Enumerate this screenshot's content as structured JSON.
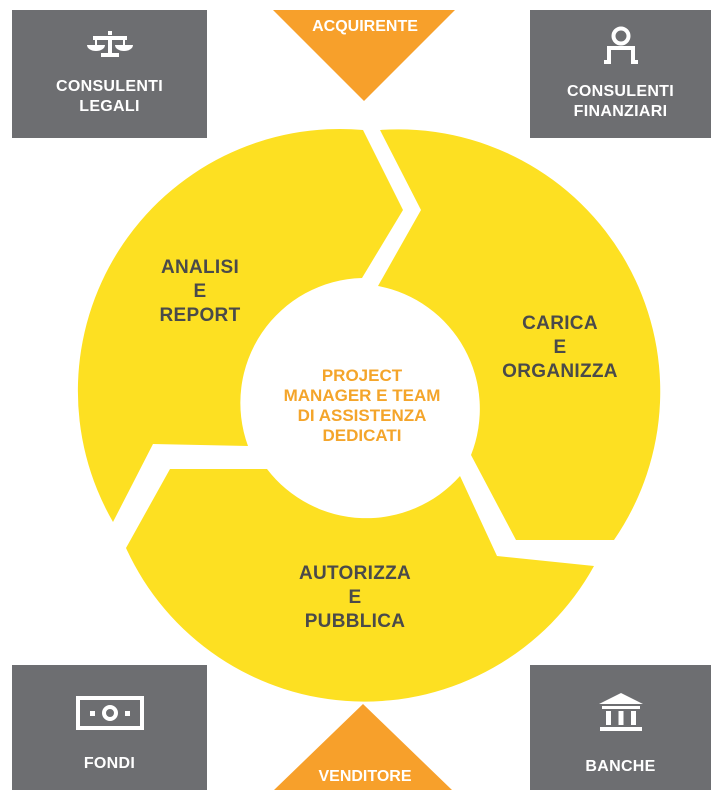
{
  "diagram": {
    "buyer": "ACQUIRENTE",
    "seller": "VENDITORE",
    "center": "PROJECT\nMANAGER E TEAM\nDI ASSISTENZA\nDEDICATI",
    "stages": {
      "analisi": "ANALISI\nE\nREPORT",
      "carica": "CARICA\nE\nORGANIZZA",
      "autorizza": "AUTORIZZA\nE\nPUBBLICA"
    },
    "corners": {
      "legali": {
        "label": "CONSULENTI\nLEGALI",
        "icon": "scales-icon"
      },
      "finanziari": {
        "label": "CONSULENTI\nFINANZIARI",
        "icon": "person-icon"
      },
      "fondi": {
        "label": "FONDI",
        "icon": "banknote-icon"
      },
      "banche": {
        "label": "BANCHE",
        "icon": "bank-building-icon"
      }
    },
    "colors": {
      "ring": "#fde022",
      "arrow": "#f7a02b",
      "box": "#6d6e71",
      "stage_text": "#4a4a4a",
      "center_text": "#f4a52b"
    }
  }
}
